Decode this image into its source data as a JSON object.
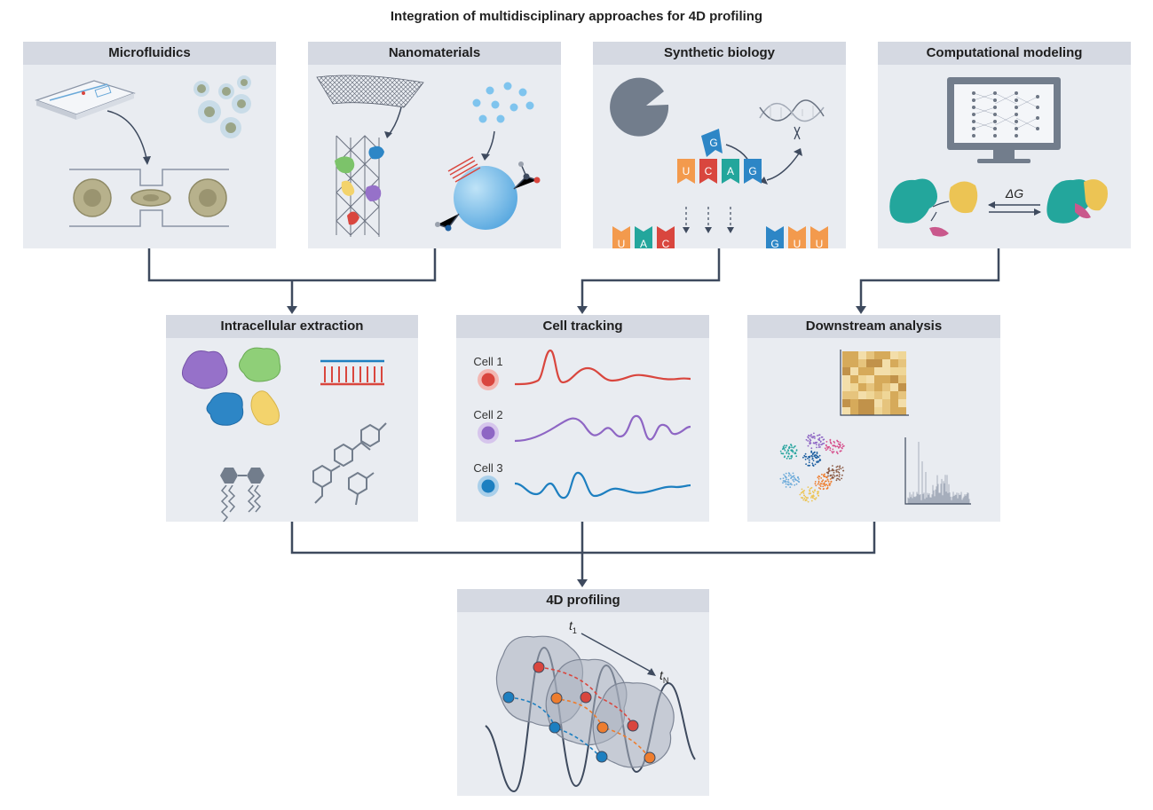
{
  "title": "Integration of multidisciplinary approaches for 4D profiling",
  "panels": {
    "microfluidics": "Microfluidics",
    "nanomaterials": "Nanomaterials",
    "synthetic_biology": "Synthetic biology",
    "computational_modeling": "Computational modeling",
    "intracellular_extraction": "Intracellular extraction",
    "cell_tracking": "Cell tracking",
    "downstream_analysis": "Downstream analysis",
    "profiling_4d": "4D profiling"
  },
  "synbio": {
    "guide": "G",
    "rna": [
      "U",
      "C",
      "A",
      "G"
    ],
    "strand_left": [
      "U",
      "A",
      "C"
    ],
    "strand_right": [
      "G",
      "U",
      "U"
    ]
  },
  "computational": {
    "delta_g": "ΔG"
  },
  "cell_tracking": {
    "cells": [
      {
        "label": "Cell 1",
        "color": "#d9463e"
      },
      {
        "label": "Cell 2",
        "color": "#8e66c4"
      },
      {
        "label": "Cell 3",
        "color": "#1d7fc0"
      }
    ]
  },
  "profiling": {
    "t_start": "t",
    "t_start_sub": "1",
    "t_end": "t",
    "t_end_sub": "N"
  },
  "colors": {
    "connector": "#3e4a5e",
    "panel_bg": "#e9ecf1",
    "panel_header": "#d5d9e2"
  }
}
